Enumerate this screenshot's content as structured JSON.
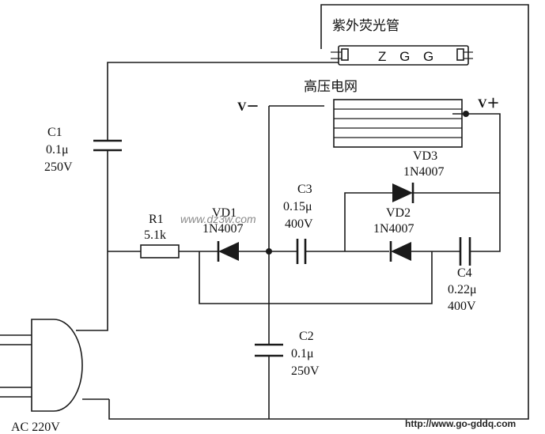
{
  "labels": {
    "uv_tube_title": "紫外荧光管",
    "tube_code": "Z G G",
    "hv_grid": "高压电网",
    "v_minus": "V－",
    "v_plus": "V＋",
    "c1_name": "C1",
    "c1_value": "0.1μ",
    "c1_voltage": "250V",
    "r1_name": "R1",
    "r1_value": "5.1k",
    "vd1_name": "VD1",
    "vd1_part": "1N4007",
    "c3_name": "C3",
    "c3_value": "0.15μ",
    "c3_voltage": "400V",
    "vd3_name": "VD3",
    "vd3_part": "1N4007",
    "vd2_name": "VD2",
    "vd2_part": "1N4007",
    "c4_name": "C4",
    "c4_value": "0.22μ",
    "c4_voltage": "400V",
    "c2_name": "C2",
    "c2_value": "0.1μ",
    "c2_voltage": "250V",
    "ac_source": "AC 220V",
    "watermark": "www.dz3w.com",
    "source_url": "http://www.go-gddq.com"
  }
}
